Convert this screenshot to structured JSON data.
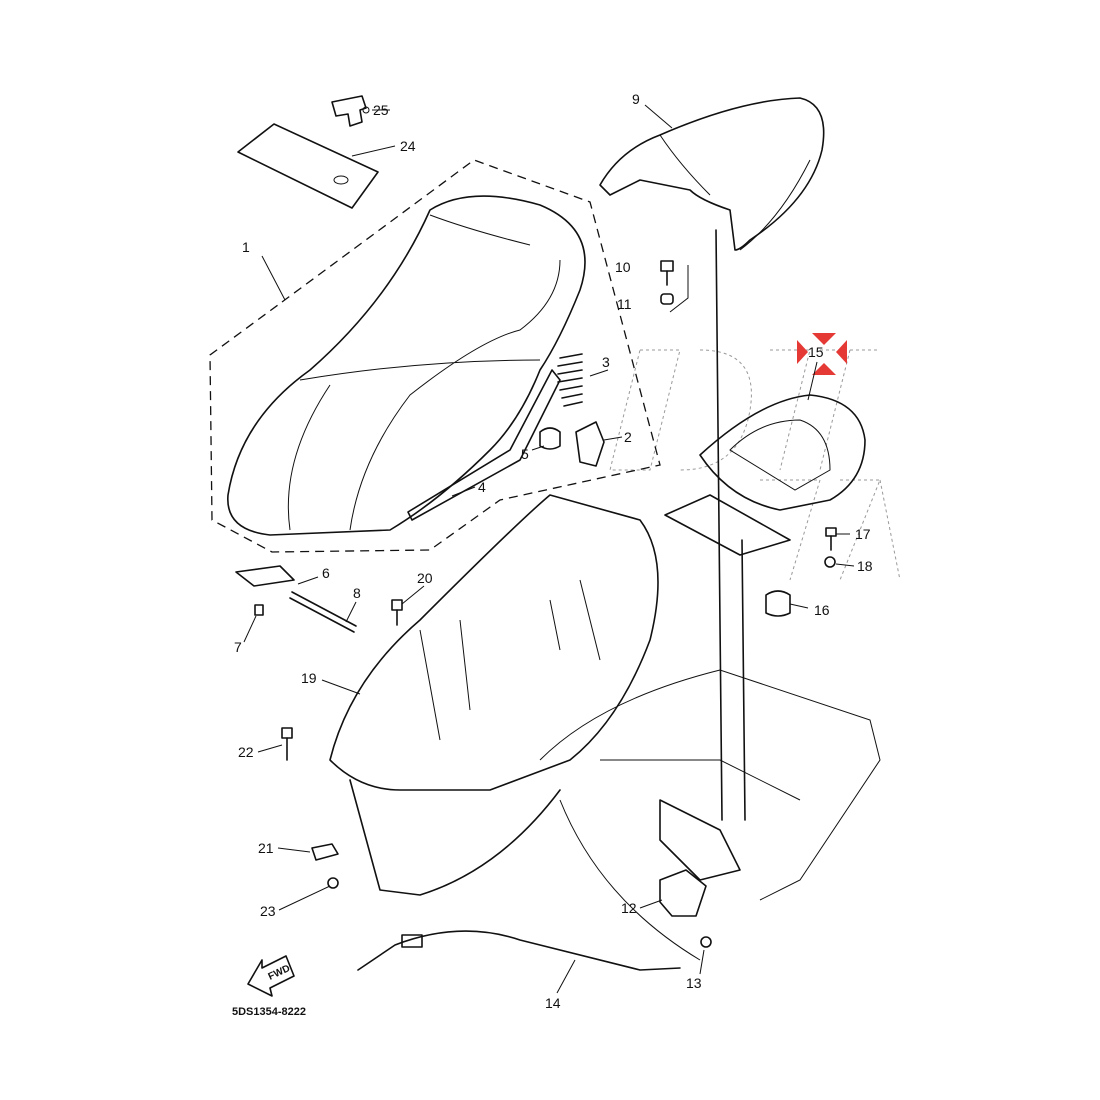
{
  "diagram": {
    "part_labels": [
      "1",
      "2",
      "3",
      "4",
      "5",
      "6",
      "7",
      "8",
      "9",
      "10",
      "11",
      "12",
      "13",
      "14",
      "15",
      "16",
      "17",
      "18",
      "19",
      "20",
      "21",
      "22",
      "23",
      "24",
      "25"
    ],
    "fwd_arrow_text": "FWD",
    "drawing_code": "5DS1354-8222",
    "highlight_marker_color": "#e53935",
    "highlighted_part": "15"
  }
}
